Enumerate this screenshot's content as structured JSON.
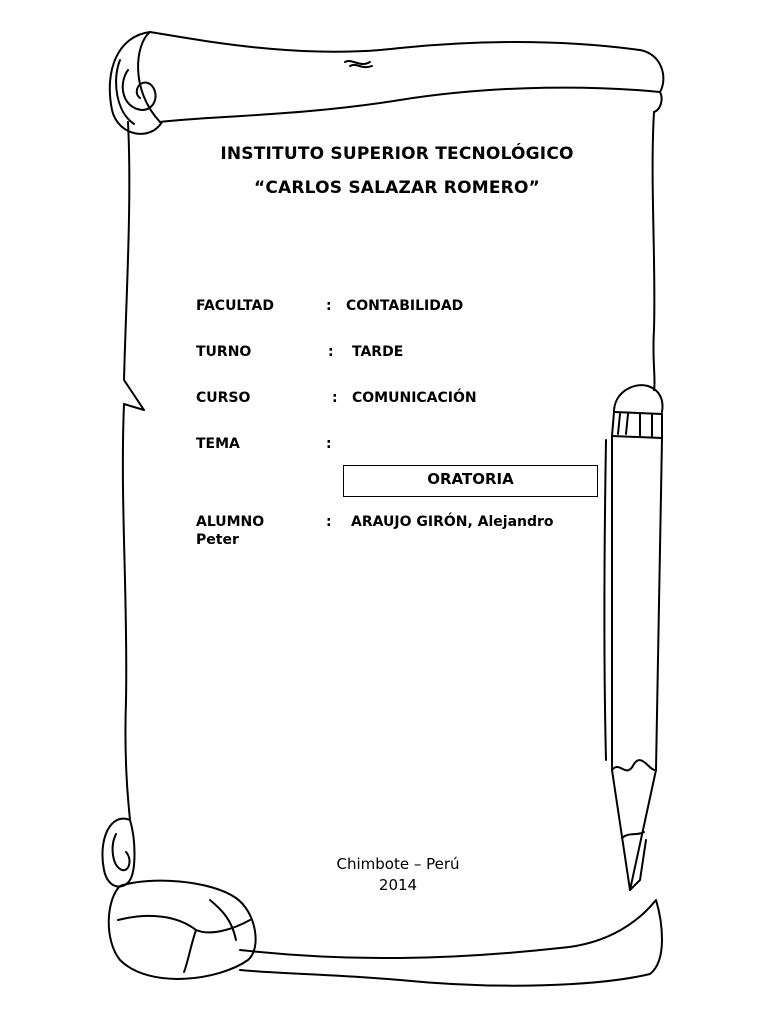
{
  "institution": {
    "line1": "INSTITUTO SUPERIOR TECNOLÓGICO",
    "line2": "“CARLOS SALAZAR ROMERO”"
  },
  "separator": ":",
  "fields": {
    "facultad": {
      "label": "FACULTAD",
      "value": "CONTABILIDAD"
    },
    "turno": {
      "label": "TURNO",
      "value": "TARDE"
    },
    "curso": {
      "label": "CURSO",
      "value": "COMUNICACIÓN"
    },
    "tema": {
      "label": "TEMA",
      "value": "ORATORIA"
    },
    "alumno": {
      "label": "ALUMNO",
      "value": "ARAUJO GIRÓN, Alejandro",
      "value_cont": "Peter"
    }
  },
  "footer": {
    "place": "Chimbote – Perú",
    "year": "2014"
  }
}
